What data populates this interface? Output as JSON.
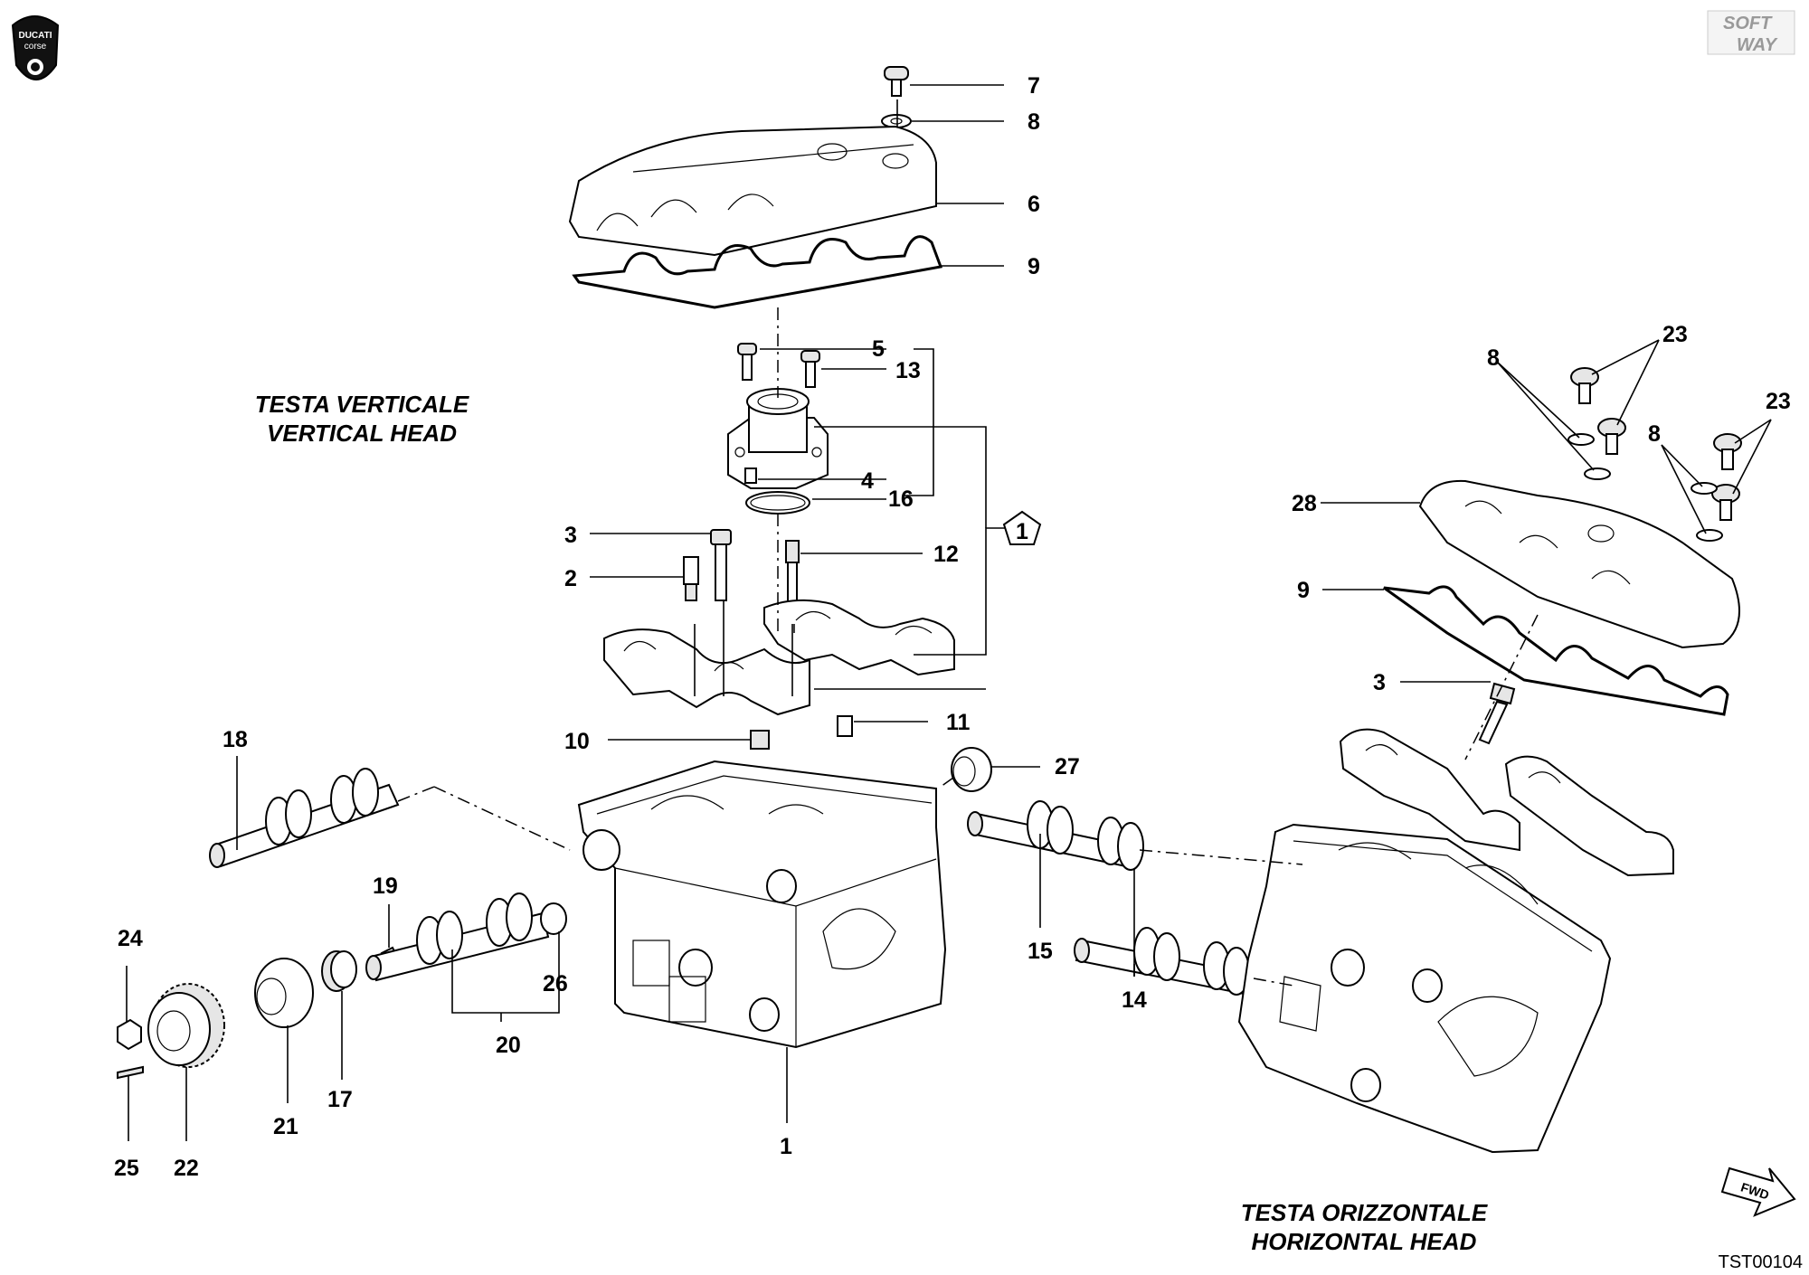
{
  "brand": {
    "logo_top": "DUCATI",
    "logo_bottom": "corse",
    "badge_top": "SOFT",
    "badge_bottom": "WAY"
  },
  "headings": {
    "vertical_it": "TESTA VERTICALE",
    "vertical_en": "VERTICAL HEAD",
    "horizontal_it": "TESTA ORIZZONTALE",
    "horizontal_en": "HORIZONTAL HEAD"
  },
  "drawing_code": "TST00104",
  "fwd_label": "FWD",
  "kit_label": "1",
  "callouts": {
    "n1": "1",
    "n2": "2",
    "n3": "3",
    "n3b": "3",
    "n4": "4",
    "n5": "5",
    "n6": "6",
    "n7": "7",
    "n8": "8",
    "n8b": "8",
    "n8c": "8",
    "n9": "9",
    "n9b": "9",
    "n10": "10",
    "n11": "11",
    "n12": "12",
    "n13": "13",
    "n14": "14",
    "n15": "15",
    "n16": "16",
    "n17": "17",
    "n18": "18",
    "n19": "19",
    "n20": "20",
    "n21": "21",
    "n22": "22",
    "n23": "23",
    "n23b": "23",
    "n24": "24",
    "n25": "25",
    "n26": "26",
    "n27": "27",
    "n28": "28"
  }
}
